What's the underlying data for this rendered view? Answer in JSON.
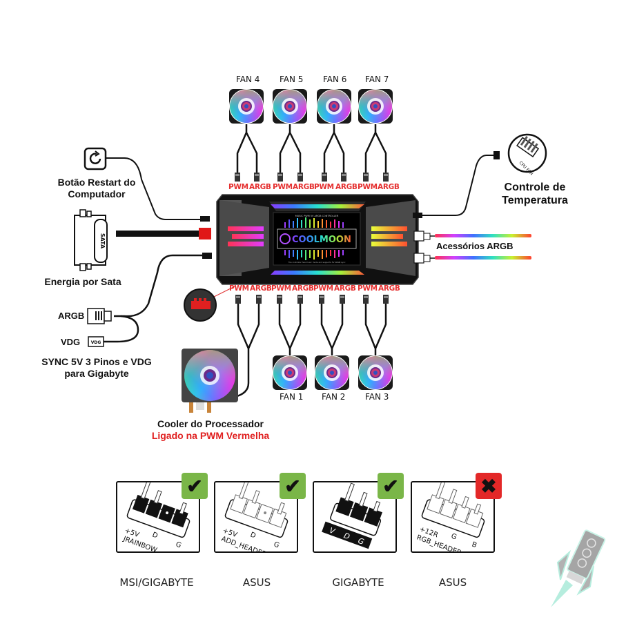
{
  "controller": {
    "brand": "COOLMOON",
    "subtitle": "MUSIC PWM 5V ARGB CONTROLLER",
    "footnote": "The controller has music mode and supports 5V ARGB sync"
  },
  "top_fans": [
    {
      "label": "FAN 4"
    },
    {
      "label": "FAN 5"
    },
    {
      "label": "FAN 6"
    },
    {
      "label": "FAN 7"
    }
  ],
  "bottom_fans": [
    {
      "label": "FAN 1"
    },
    {
      "label": "FAN 2"
    },
    {
      "label": "FAN 3"
    }
  ],
  "connector_labels": {
    "pwm": "PWM",
    "argb": "ARGB"
  },
  "left": {
    "restart_label_1": "Botão Restart do",
    "restart_label_2": "Computador",
    "sata_plug_text": "SATA",
    "sata_label": "Energia por Sata",
    "argb_label": "ARGB",
    "vdg_label": "VDG",
    "vdg_plug_text": "VDG",
    "sync_label_1": "SYNC 5V 3 Pinos e VDG",
    "sync_label_2": "para Gigabyte"
  },
  "cooler": {
    "label": "Cooler do Processador",
    "note": "Ligado na PWM Vermelha"
  },
  "right": {
    "cpu_fan_text": "CPU FAN",
    "temp_label_1": "Controle de",
    "temp_label_2": "Temperatura",
    "accessories_label": "Acessórios ARGB"
  },
  "compatibility": [
    {
      "brand": "MSI/GIGABYTE",
      "header": "JRAINBOW",
      "pins": [
        "+5V",
        "D",
        "",
        "G"
      ],
      "status": "supported",
      "style": "black"
    },
    {
      "brand": "ASUS",
      "header": "ADD_HEADER",
      "pins": [
        "+5V",
        "D",
        "",
        "G"
      ],
      "status": "supported",
      "style": "white"
    },
    {
      "brand": "GIGABYTE",
      "header": "",
      "pins": [
        "V",
        "D",
        "G"
      ],
      "status": "supported",
      "style": "black"
    },
    {
      "brand": "ASUS",
      "header": "RGB_HEADER",
      "pins": [
        "+12R",
        "G",
        "B"
      ],
      "status": "unsupported",
      "style": "white"
    }
  ],
  "colors": {
    "supported": "#7ab648",
    "unsupported": "#e32828",
    "label_red": "#e02020",
    "accent_glow": "#7fe8c8"
  }
}
